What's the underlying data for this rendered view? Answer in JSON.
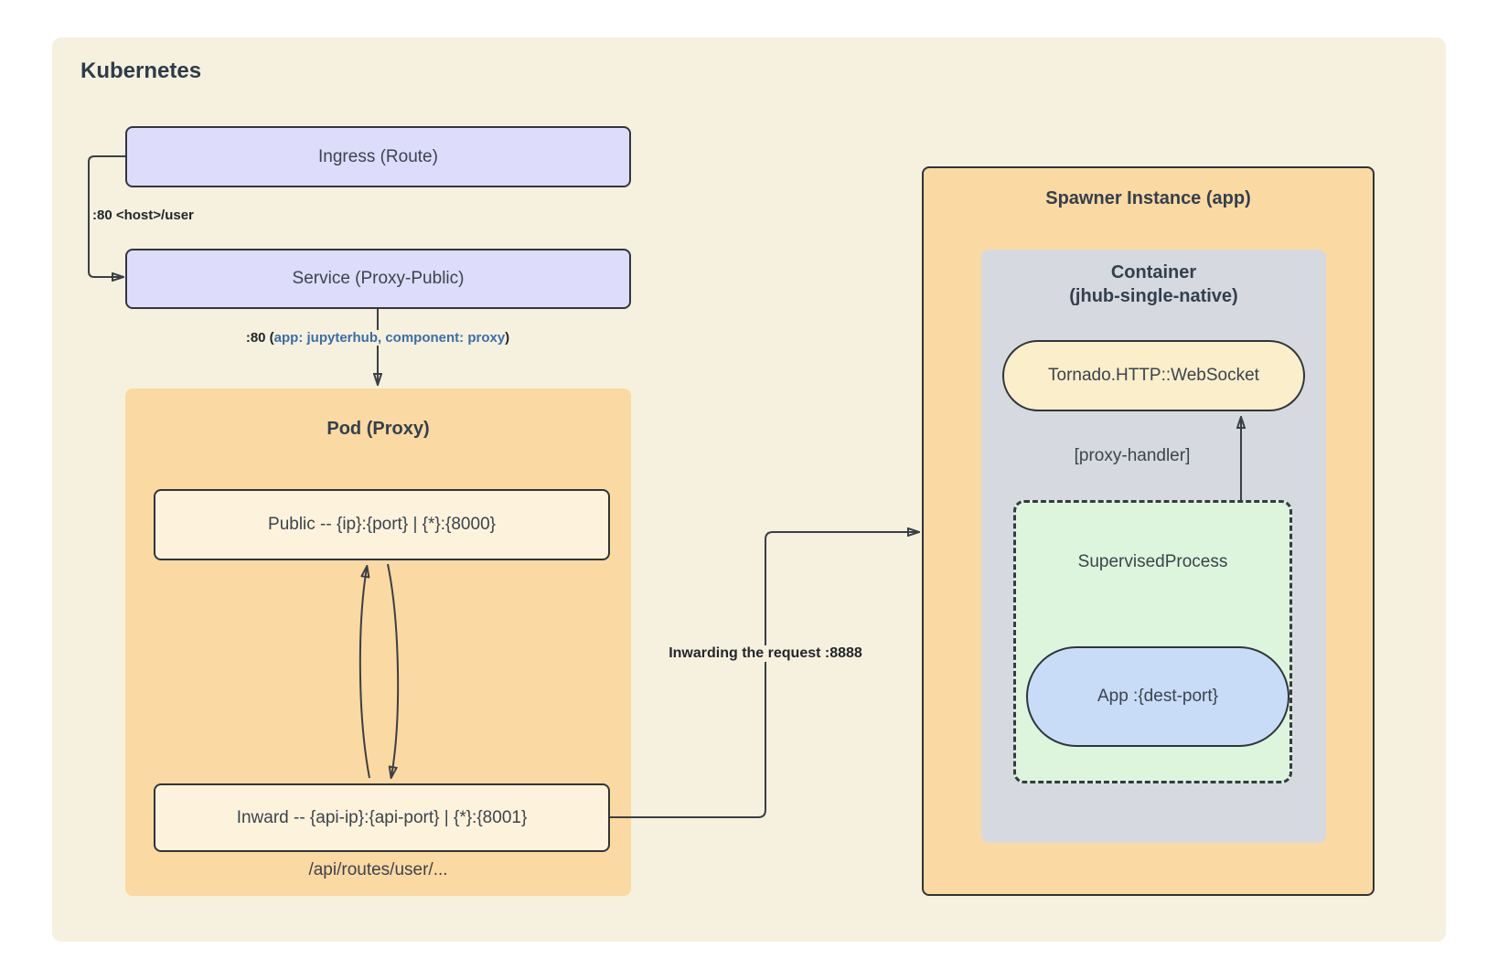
{
  "diagram": {
    "title": "Kubernetes",
    "nodes": {
      "ingress": {
        "label": "Ingress (Route)"
      },
      "service": {
        "label": "Service (Proxy-Public)"
      },
      "pod": {
        "title": "Pod (Proxy)",
        "public_label": "Public -- {ip}:{port} | {*}:{8000}",
        "inward_label": "Inward -- {api-ip}:{api-port} | {*}:{8001}",
        "routes_note": "/api/routes/user/..."
      },
      "spawner": {
        "title": "Spawner Instance (app)",
        "container_line1": "Container",
        "container_line2": "(jhub-single-native)",
        "websocket": "Tornado.HTTP::WebSocket",
        "proxy_handler": "[proxy-handler]",
        "supervised": "SupervisedProcess",
        "app": "App :{dest-port}"
      }
    },
    "edges": {
      "ingress_service": ":80 <host>/user",
      "service_pod_prefix": ":80 (",
      "service_pod_selector": "app: jupyterhub, component: proxy",
      "service_pod_suffix": ")",
      "inward_spawner": "Inwarding the request :8888"
    },
    "colors": {
      "page_background": "#FFFFFF",
      "k8s_background": "#F5F1DE",
      "lavender_node": "#DEDCFB",
      "orange_group": "#FBD9A2",
      "cream_node": "#FDF3DC",
      "websocket_pill": "#FBEECB",
      "container_gray": "#D7D9E0",
      "supervised_green": "#DEF5DD",
      "app_blue": "#C8DCF8",
      "stroke_dark": "#3A3F46",
      "text_dark": "#33404D",
      "selector_blue": "#3C6DA6"
    }
  }
}
